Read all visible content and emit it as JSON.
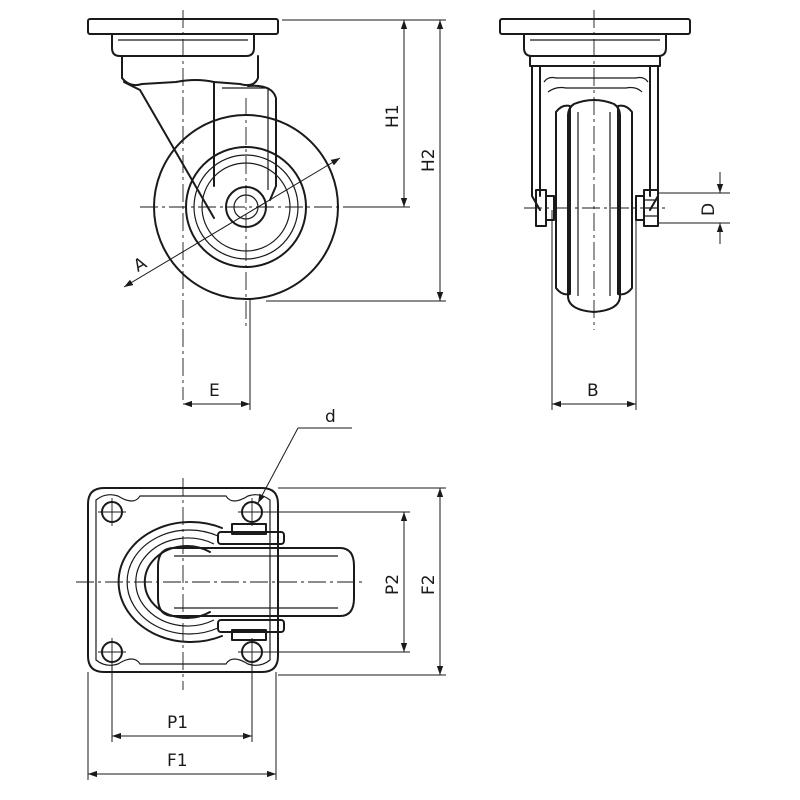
{
  "labels": {
    "A": "A",
    "E": "E",
    "H1": "H1",
    "H2": "H2",
    "B": "B",
    "D": "D",
    "d": "d",
    "P1": "P1",
    "P2": "P2",
    "F1": "F1",
    "F2": "F2"
  },
  "colors": {
    "line": "#1a1a1a",
    "background": "#ffffff"
  }
}
